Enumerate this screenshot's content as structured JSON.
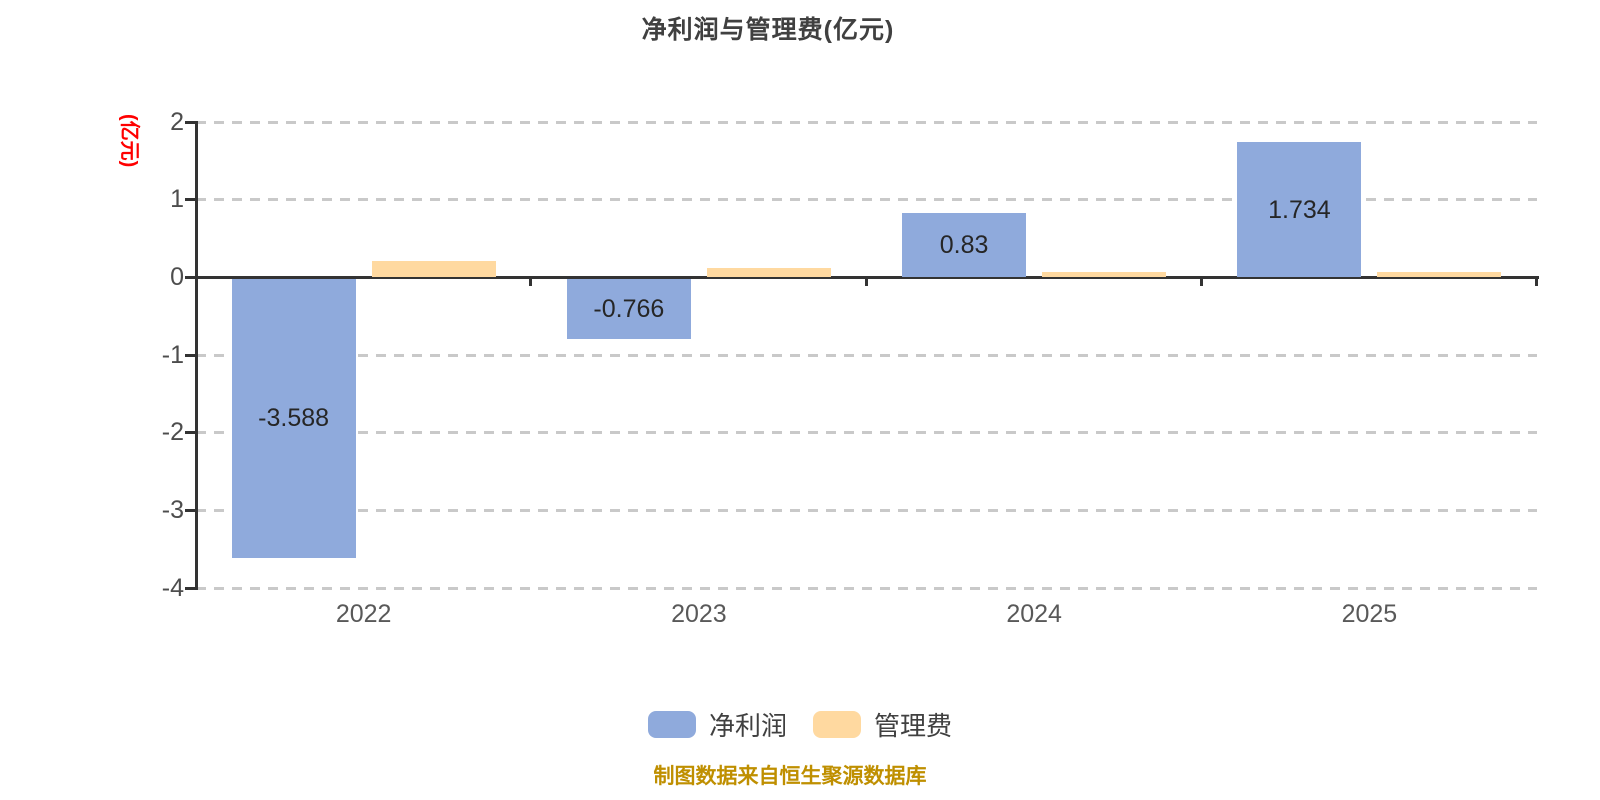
{
  "title": "净利润与管理费(亿元)",
  "y_axis_unit": "(亿元)",
  "footer_note": "制图数据来自恒生聚源数据库",
  "colors": {
    "net_profit_bar": "#8FAADC",
    "management_fee_bar": "#FFD9A0",
    "title_text": "#404040",
    "axis_line": "#333333",
    "gridline": "#C9C9C9",
    "y_unit_label": "#FF0000",
    "footer_text": "#BF8F00",
    "tick_label": "#595959",
    "bar_value_label": "#262626"
  },
  "legend": [
    {
      "label": "净利润",
      "color": "#8FAADC"
    },
    {
      "label": "管理费",
      "color": "#FFD9A0"
    }
  ],
  "chart_data": {
    "type": "bar",
    "title": "净利润与管理费(亿元)",
    "ylabel": "(亿元)",
    "categories": [
      "2022",
      "2023",
      "2024",
      "2025"
    ],
    "series": [
      {
        "name": "净利润",
        "color": "#8FAADC",
        "values": [
          -3.588,
          -0.766,
          0.83,
          1.734
        ],
        "labels": [
          "-3.588",
          "-0.766",
          "0.83",
          "1.734"
        ]
      },
      {
        "name": "管理费",
        "color": "#FFD9A0",
        "values": [
          0.2,
          0.11,
          0.07,
          0.07
        ],
        "labels": [
          "",
          "",
          "",
          ""
        ]
      }
    ],
    "ylim": [
      -4,
      2
    ],
    "yticks": [
      2,
      1,
      0,
      -1,
      -2,
      -3,
      -4
    ],
    "grid": true,
    "gridline_style": "dashed",
    "legend_position": "bottom"
  }
}
